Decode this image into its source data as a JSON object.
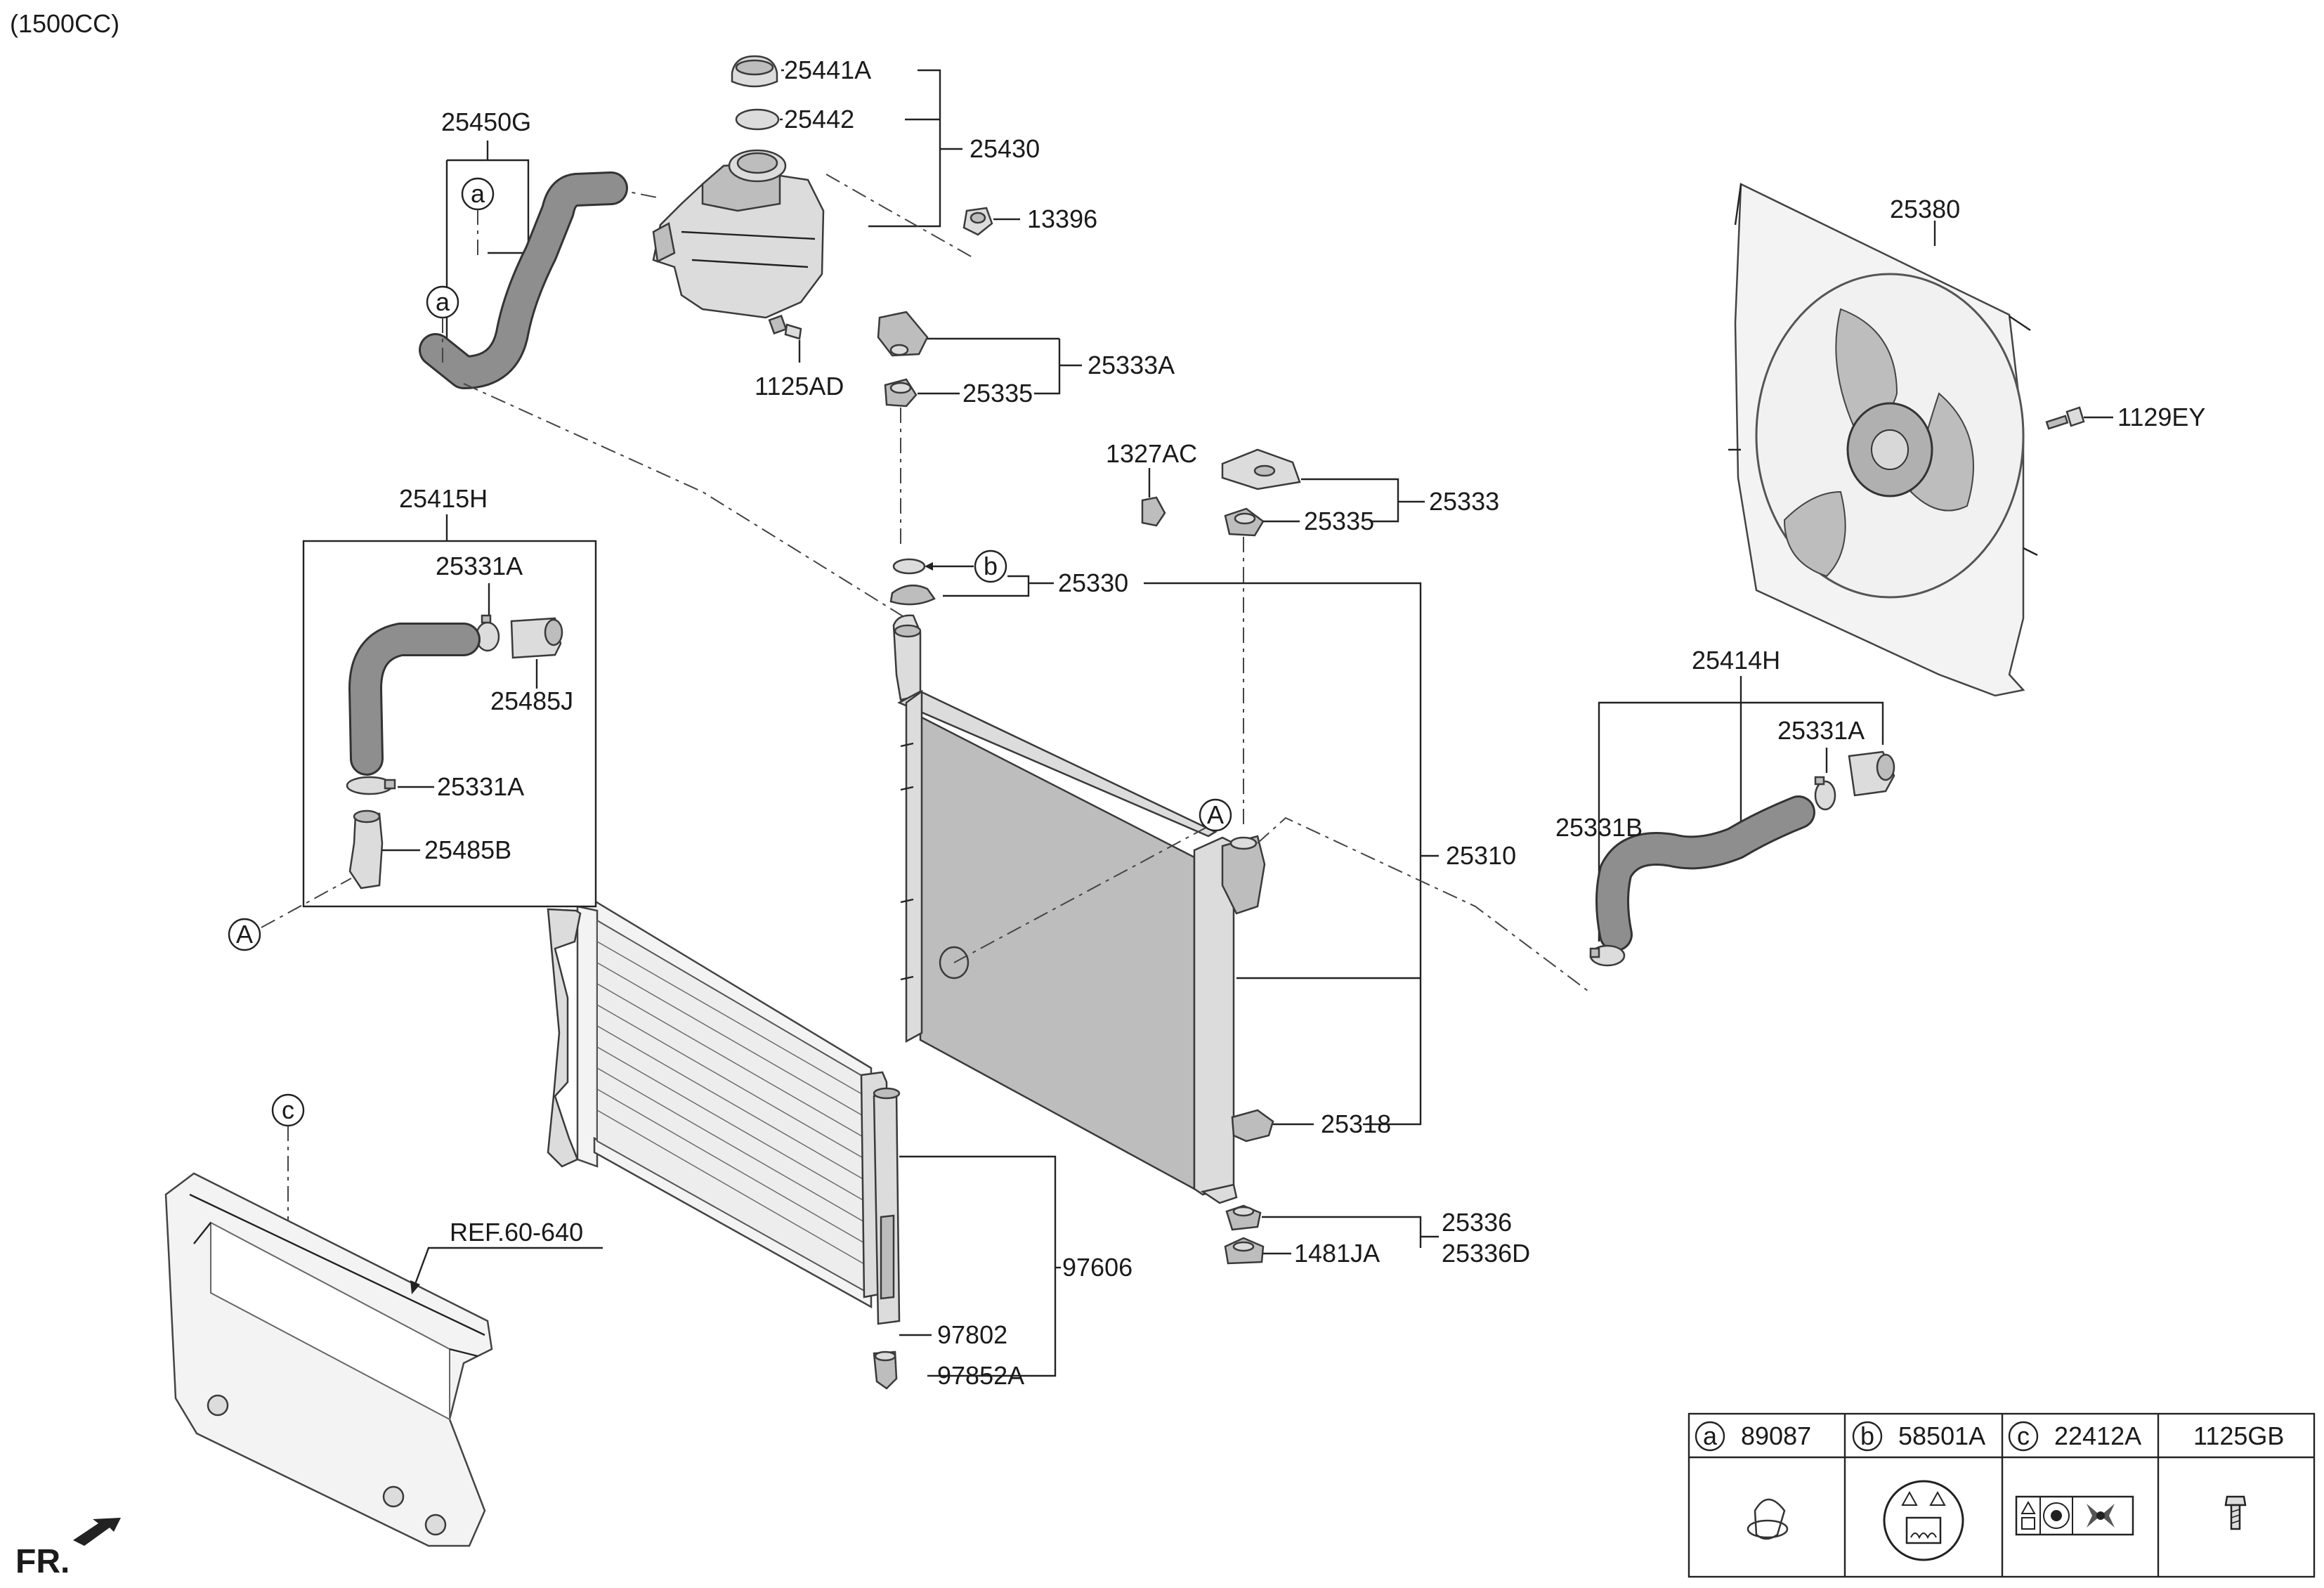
{
  "header": {
    "variant": "(1500CC)"
  },
  "parts": {
    "p25441A": "25441A",
    "p25442": "25442",
    "p25430": "25430",
    "p13396": "13396",
    "p25450G": "25450G",
    "p1125AD": "1125AD",
    "p25333A": "25333A",
    "p25335_top": "25335",
    "p1327AC": "1327AC",
    "p25333": "25333",
    "p25335_mid": "25335",
    "p25330": "25330",
    "p25380": "25380",
    "p1129EY": "1129EY",
    "p25415H": "25415H",
    "p25331A_1": "25331A",
    "p25485J": "25485J",
    "p25331A_2": "25331A",
    "p25485B": "25485B",
    "p25414H": "25414H",
    "p25331A_3": "25331A",
    "p25331B": "25331B",
    "p25310": "25310",
    "p25318": "25318",
    "p25336": "25336",
    "p25336D": "25336D",
    "p1481JA": "1481JA",
    "p97606": "97606",
    "p97802": "97802",
    "p97852A": "97852A",
    "ref": "REF.60-640"
  },
  "callouts": {
    "a": "a",
    "b": "b",
    "c": "c",
    "A": "A"
  },
  "legend": {
    "items": [
      {
        "letter": "a",
        "part": "89087",
        "icon": "hose-clamp-icon"
      },
      {
        "letter": "b",
        "part": "58501A",
        "icon": "radiator-cap-warning-label-icon"
      },
      {
        "letter": "c",
        "part": "22412A",
        "icon": "fan-caution-label-icon"
      },
      {
        "letter": "",
        "part": "1125GB",
        "icon": "bolt-icon"
      }
    ]
  },
  "footer": {
    "front": "FR."
  }
}
